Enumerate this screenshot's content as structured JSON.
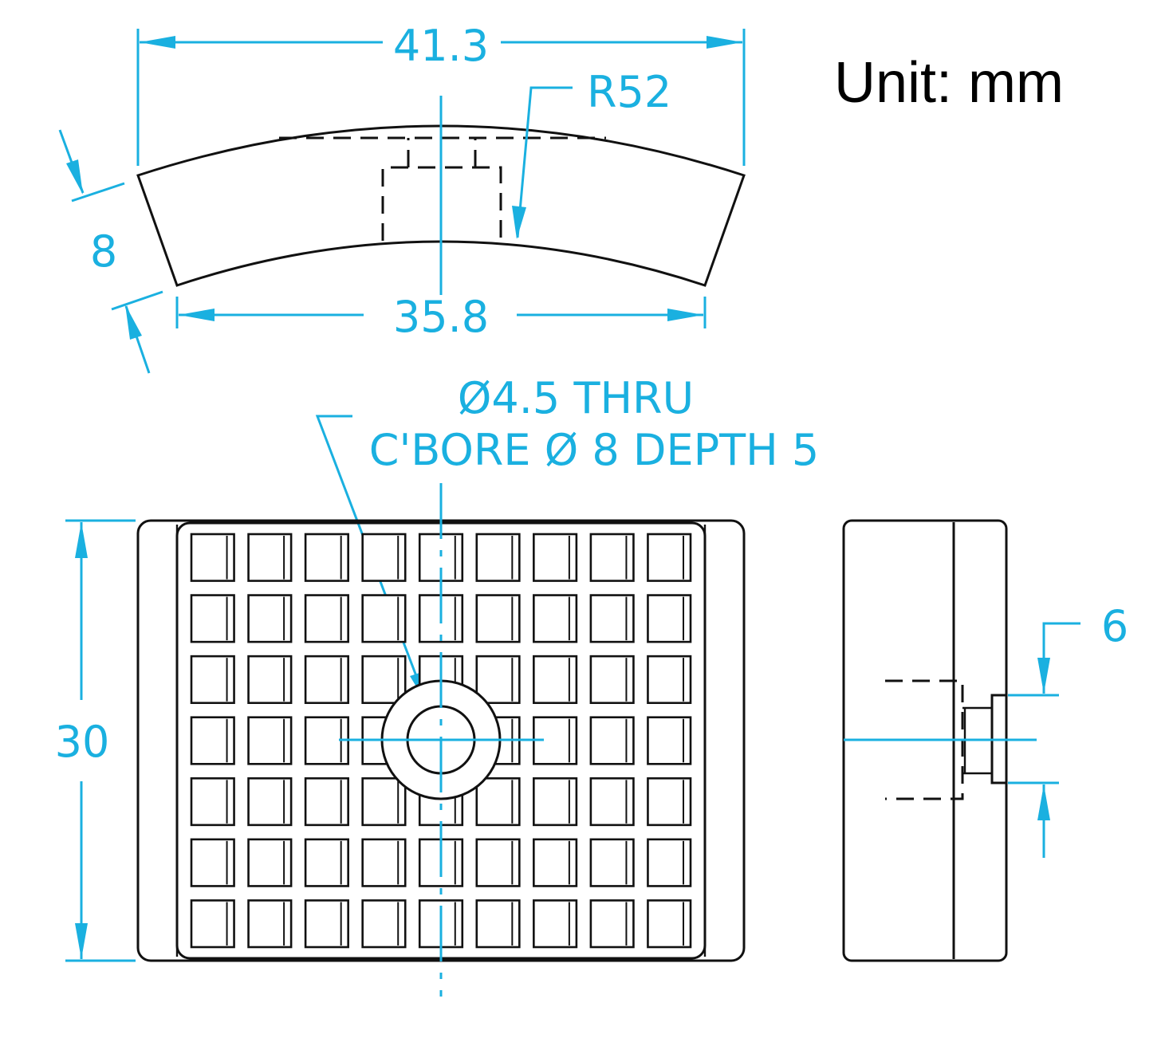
{
  "unit_label": "Unit: mm",
  "dimensions": {
    "top_width": "41.3",
    "radius": "R52",
    "thickness": "8",
    "bottom_width": "35.8",
    "height": "30",
    "side_step": "6"
  },
  "hole_note": {
    "line1": "Ø4.5 THRU",
    "line2": "C'BORE Ø 8 DEPTH 5"
  },
  "grid": {
    "rows": 7,
    "columns": 9
  },
  "colors": {
    "dimension": "#1ab0e0",
    "outline": "#111111",
    "background": "#ffffff"
  }
}
